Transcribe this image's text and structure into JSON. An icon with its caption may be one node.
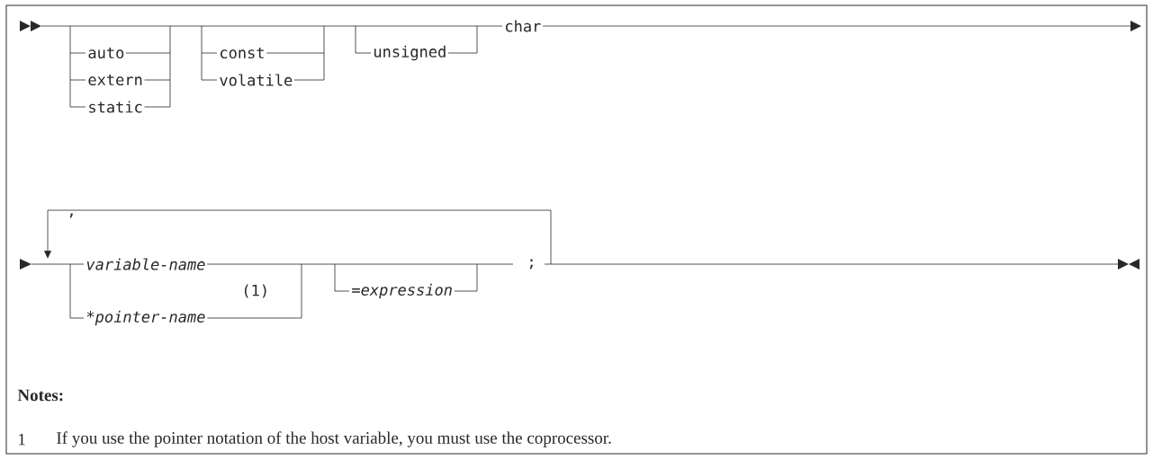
{
  "diagram": {
    "labels": [
      "auto",
      "extern",
      "static",
      "const",
      "volatile",
      "unsigned",
      "char",
      ",",
      "variable-name",
      "(1)",
      "*pointer-name",
      "=expression",
      ";",
      "Notes:",
      "1",
      "If you use the pointer notation of the host variable, you must use the coprocessor."
    ]
  }
}
